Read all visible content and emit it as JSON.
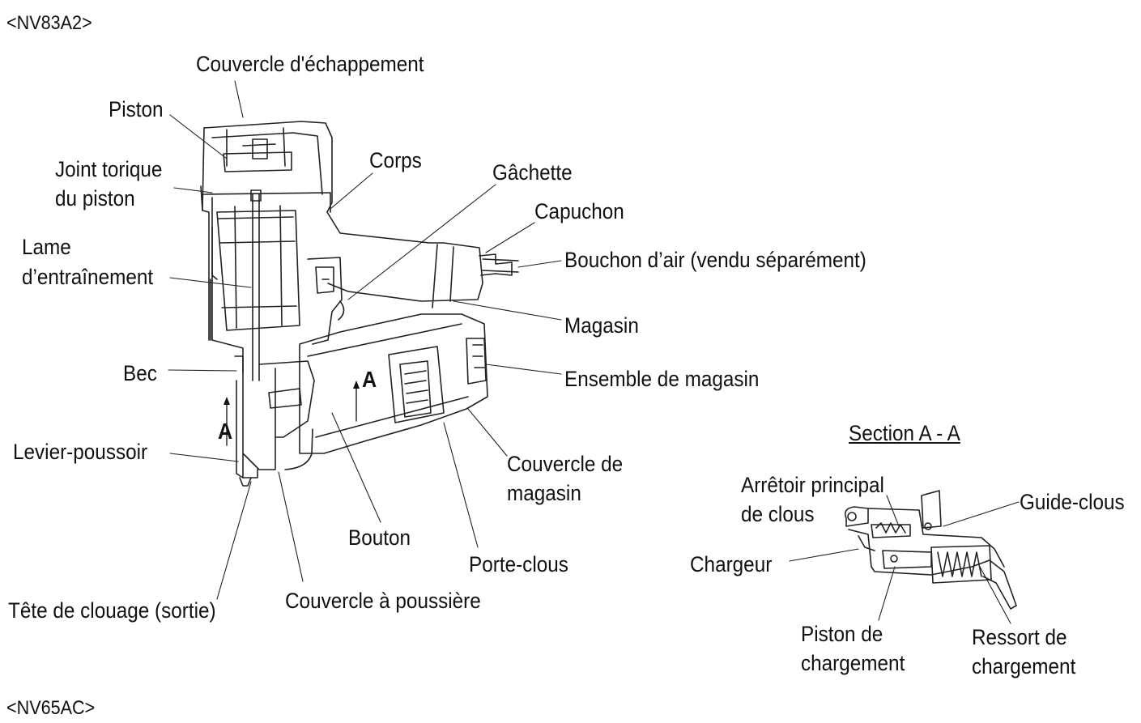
{
  "models": {
    "top": "<NV83A2>",
    "bottom": "<NV65AC>"
  },
  "section_title": "Section A - A",
  "section_marker": "A",
  "labels": {
    "couvercle_echappement": "Couvercle d'échappement",
    "piston": "Piston",
    "joint_torique_1": "Joint torique",
    "joint_torique_2": "du piston",
    "lame_1": "Lame",
    "lame_2": "d’entraînement",
    "bec": "Bec",
    "levier_poussoir": "Levier-poussoir",
    "tete_clouage": "Tête de clouage (sortie)",
    "corps": "Corps",
    "gachette": "Gâchette",
    "capuchon": "Capuchon",
    "bouchon_air": "Bouchon d’air (vendu séparément)",
    "magasin": "Magasin",
    "ensemble_magasin": "Ensemble de magasin",
    "couvercle_magasin_1": "Couvercle de",
    "couvercle_magasin_2": "magasin",
    "bouton": "Bouton",
    "porte_clous": "Porte-clous",
    "couvercle_poussiere": "Couvercle à poussière",
    "arretoir_1": "Arrêtoir principal",
    "arretoir_2": "de clous",
    "guide_clous": "Guide-clous",
    "chargeur": "Chargeur",
    "piston_chargement_1": "Piston de",
    "piston_chargement_2": "chargement",
    "ressort_chargement_1": "Ressort de",
    "ressort_chargement_2": "chargement"
  }
}
